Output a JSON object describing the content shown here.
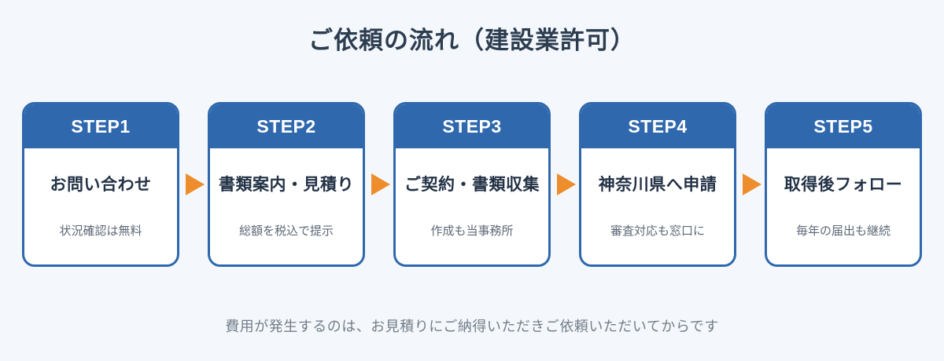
{
  "title": "ご依頼の流れ（建設業許可）",
  "steps": [
    {
      "label": "STEP1",
      "title": "お問い合わせ",
      "desc": "状況確認は無料"
    },
    {
      "label": "STEP2",
      "title": "書類案内・見積り",
      "desc": "総額を税込で提示"
    },
    {
      "label": "STEP3",
      "title": "ご契約・書類収集",
      "desc": "作成も当事務所"
    },
    {
      "label": "STEP4",
      "title": "神奈川県へ申請",
      "desc": "審査対応も窓口に"
    },
    {
      "label": "STEP5",
      "title": "取得後フォロー",
      "desc": "毎年の届出も継続"
    }
  ],
  "footer_note": "費用が発生するのは、お見積りにご納得いただきご依頼いただいてからです",
  "colors": {
    "primary": "#2f68ad",
    "arrow": "#ee8d2c",
    "background": "#f4f8fc"
  }
}
